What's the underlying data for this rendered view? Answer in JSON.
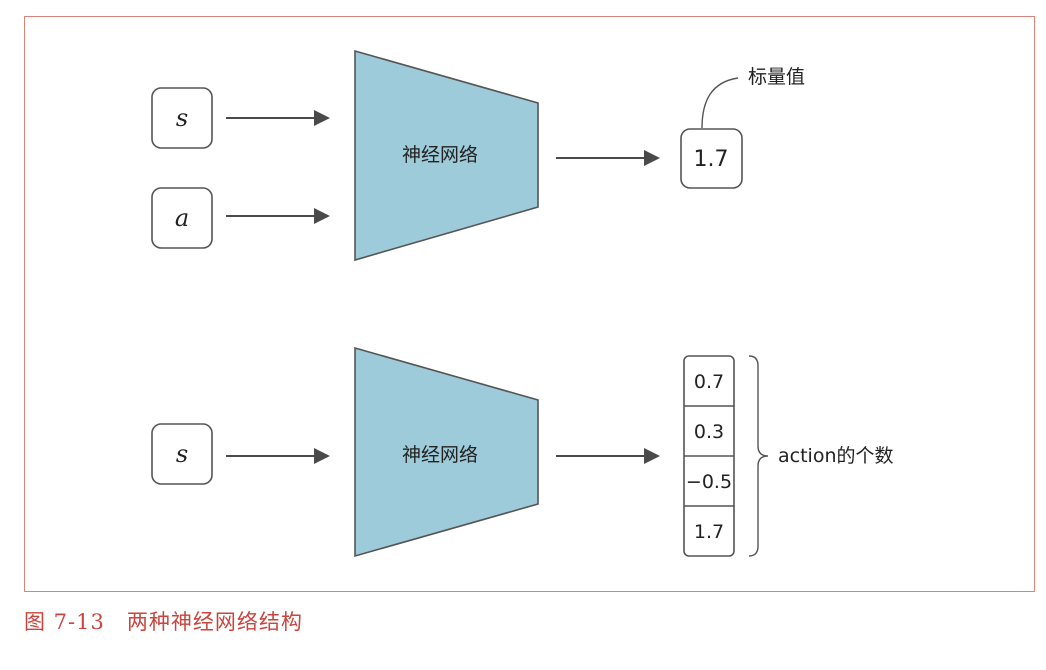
{
  "top": {
    "inputs": [
      "s",
      "a"
    ],
    "network_label": "神经网络",
    "output_value": "1.7",
    "output_note": "标量值"
  },
  "bottom": {
    "input": "s",
    "network_label": "神经网络",
    "output_values": [
      "0.7",
      "0.3",
      "−0.5",
      "1.7"
    ],
    "output_note": "action的个数"
  },
  "caption": "图 7-13　两种神经网络结构",
  "colors": {
    "network_fill": "#9ecbda",
    "network_stroke": "#555555",
    "box_stroke": "#555555",
    "arrow": "#4a4a4a",
    "frame_border": "#d9837a",
    "caption": "#c9453e"
  }
}
